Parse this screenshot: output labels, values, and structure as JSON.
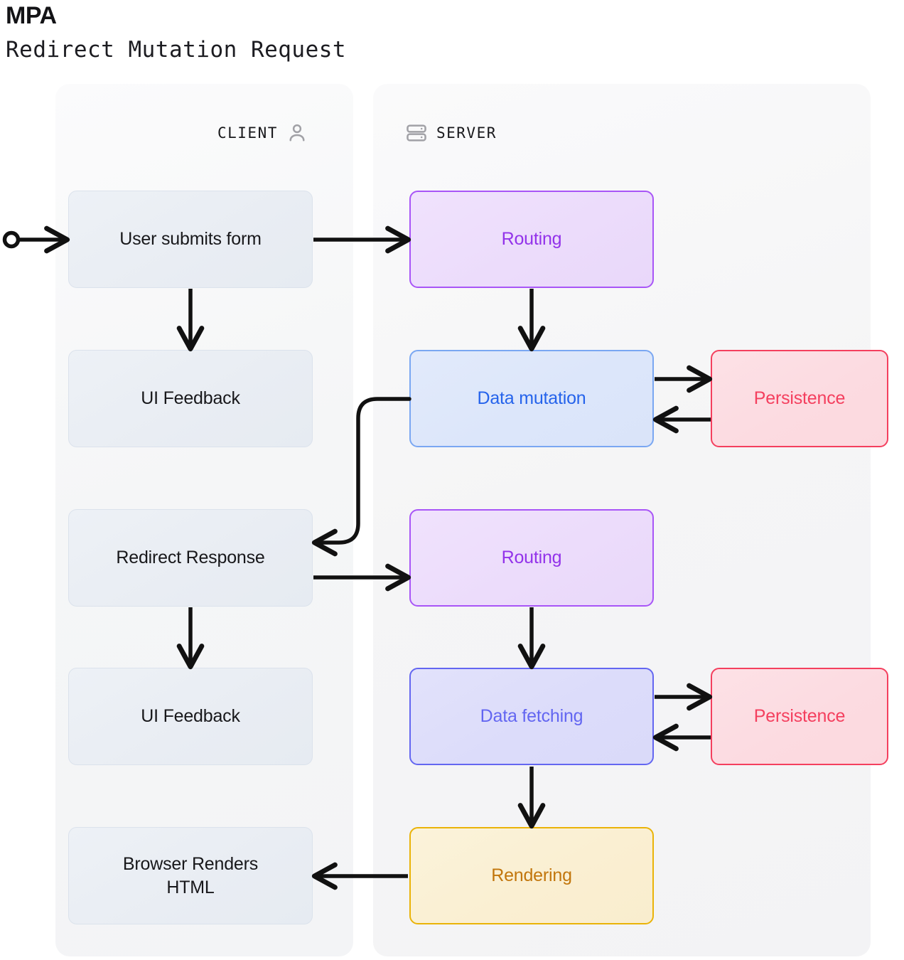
{
  "header": {
    "title": "MPA",
    "subtitle": "Redirect Mutation Request"
  },
  "columns": [
    {
      "id": "client",
      "label": "CLIENT",
      "icon": "person-icon",
      "icon_side": "right"
    },
    {
      "id": "server",
      "label": "SERVER",
      "icon": "server-icon",
      "icon_side": "left"
    }
  ],
  "nodes": {
    "client": [
      {
        "id": "user-submits-form",
        "label": "User submits form"
      },
      {
        "id": "ui-feedback-1",
        "label": "UI Feedback"
      },
      {
        "id": "redirect-response",
        "label": "Redirect Response"
      },
      {
        "id": "ui-feedback-2",
        "label": "UI Feedback"
      },
      {
        "id": "browser-renders-html",
        "label": "Browser Renders",
        "label_line2": "HTML"
      }
    ],
    "server": [
      {
        "id": "routing-1",
        "label": "Routing"
      },
      {
        "id": "data-mutation",
        "label": "Data mutation"
      },
      {
        "id": "routing-2",
        "label": "Routing"
      },
      {
        "id": "data-fetching",
        "label": "Data fetching"
      },
      {
        "id": "rendering",
        "label": "Rendering"
      }
    ],
    "side": [
      {
        "id": "persistence-1",
        "label": "Persistence"
      },
      {
        "id": "persistence-2",
        "label": "Persistence"
      }
    ]
  },
  "colors": {
    "client_fill": "#e9edf3",
    "client_border": "#dbe2ec",
    "client_text": "#18181b",
    "routing_fill": "#ecdcfb",
    "routing_border": "#a855f7",
    "routing_text": "#9333ea",
    "mutation_fill": "#dce6fa",
    "mutation_border": "#7aa7f2",
    "mutation_text": "#2563eb",
    "fetching_fill": "#dcdcfa",
    "fetching_border": "#6366f1",
    "fetching_text": "#6366f1",
    "persistence_fill": "#fcdbe1",
    "persistence_border": "#f43f5e",
    "persistence_text": "#f43f5e",
    "rendering_fill": "#faefd2",
    "rendering_border": "#eab308",
    "rendering_text": "#c2760c",
    "panel_bg": "#f4f5f6",
    "edge": "#111111",
    "page_bg": "#ffffff"
  },
  "edges": [
    {
      "id": "start-to-user-submits",
      "from": "start-marker",
      "to": "user-submits-form",
      "kind": "start"
    },
    {
      "id": "user-submits-to-routing-1",
      "from": "user-submits-form",
      "to": "routing-1",
      "kind": "horizontal-right"
    },
    {
      "id": "user-submits-to-ui-feedback-1",
      "from": "user-submits-form",
      "to": "ui-feedback-1",
      "kind": "vertical-down"
    },
    {
      "id": "routing-1-to-data-mutation",
      "from": "routing-1",
      "to": "data-mutation",
      "kind": "vertical-down"
    },
    {
      "id": "data-mutation-to-persistence-1",
      "from": "data-mutation",
      "to": "persistence-1",
      "kind": "horizontal-right"
    },
    {
      "id": "persistence-1-to-data-mutation",
      "from": "persistence-1",
      "to": "data-mutation",
      "kind": "horizontal-left"
    },
    {
      "id": "data-mutation-to-redirect-response",
      "from": "data-mutation",
      "to": "redirect-response",
      "kind": "curved-left-down"
    },
    {
      "id": "redirect-response-to-routing-2",
      "from": "redirect-response",
      "to": "routing-2",
      "kind": "horizontal-right"
    },
    {
      "id": "redirect-response-to-ui-feedback-2",
      "from": "redirect-response",
      "to": "ui-feedback-2",
      "kind": "vertical-down"
    },
    {
      "id": "routing-2-to-data-fetching",
      "from": "routing-2",
      "to": "data-fetching",
      "kind": "vertical-down"
    },
    {
      "id": "data-fetching-to-persistence-2",
      "from": "data-fetching",
      "to": "persistence-2",
      "kind": "horizontal-right"
    },
    {
      "id": "persistence-2-to-data-fetching",
      "from": "persistence-2",
      "to": "data-fetching",
      "kind": "horizontal-left"
    },
    {
      "id": "data-fetching-to-rendering",
      "from": "data-fetching",
      "to": "rendering",
      "kind": "vertical-down"
    },
    {
      "id": "rendering-to-browser-renders-html",
      "from": "rendering",
      "to": "browser-renders-html",
      "kind": "horizontal-left"
    }
  ]
}
